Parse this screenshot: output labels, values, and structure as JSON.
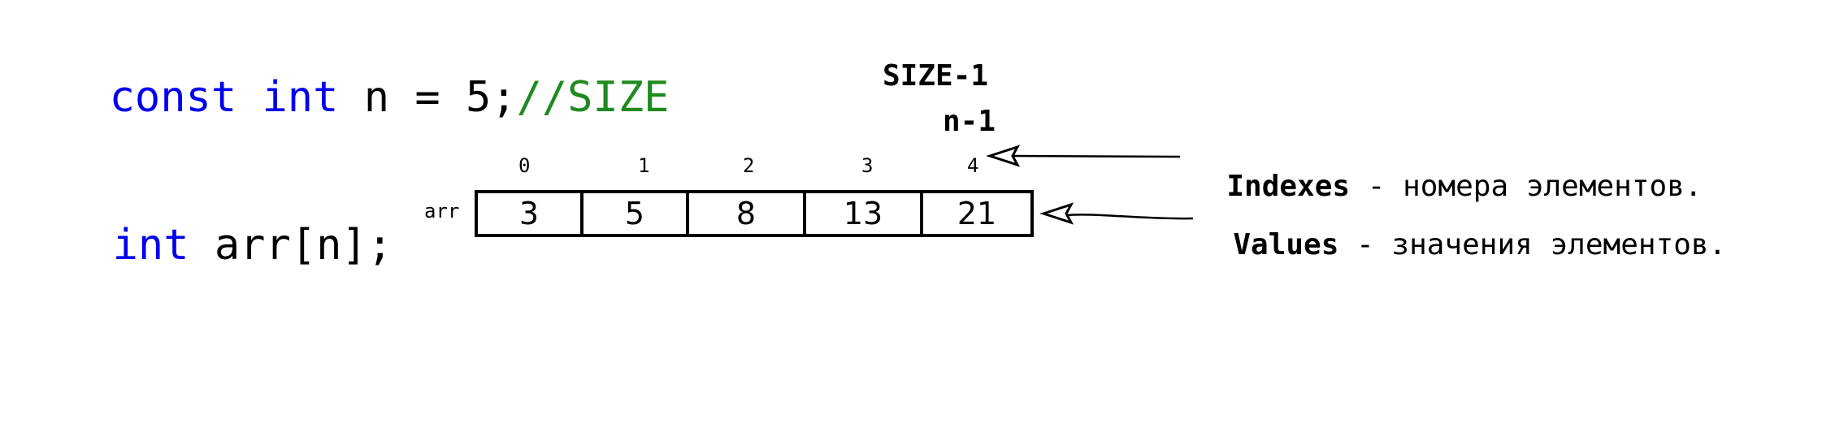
{
  "code": {
    "line1": {
      "kw1": "const",
      "kw2": "int",
      "rest": " n = 5;",
      "comment": "//SIZE"
    },
    "line2": {
      "kw": "int",
      "rest": " arr[n];"
    }
  },
  "notes": {
    "size_minus_one": "SIZE-1",
    "n_minus_one": "n-1"
  },
  "array": {
    "label": "arr",
    "indexes": [
      "0",
      "1",
      "2",
      "3",
      "4"
    ],
    "values": [
      "3",
      "5",
      "8",
      "13",
      "21"
    ]
  },
  "legend": {
    "indexes_title": "Indexes",
    "indexes_desc": " - номера элементов.",
    "values_title": "Values",
    "values_desc": " - значения элементов."
  },
  "colors": {
    "keyword": "#0000ee",
    "comment": "#1f8a1f"
  }
}
